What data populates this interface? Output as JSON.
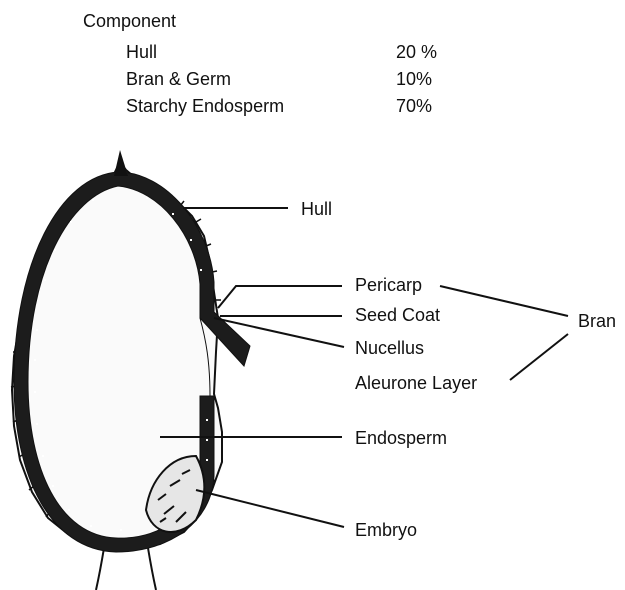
{
  "table": {
    "header": "Component",
    "rows": [
      {
        "name": "Hull",
        "percent": "20 %"
      },
      {
        "name": "Bran & Germ",
        "percent": "10%"
      },
      {
        "name": "Starchy Endosperm",
        "percent": "70%"
      }
    ]
  },
  "labels": {
    "hull": "Hull",
    "pericarp": "Pericarp",
    "seed_coat": "Seed Coat",
    "nucellus": "Nucellus",
    "aleurone_layer": "Aleurone Layer",
    "bran": "Bran",
    "endosperm": "Endosperm",
    "embryo": "Embryo"
  }
}
